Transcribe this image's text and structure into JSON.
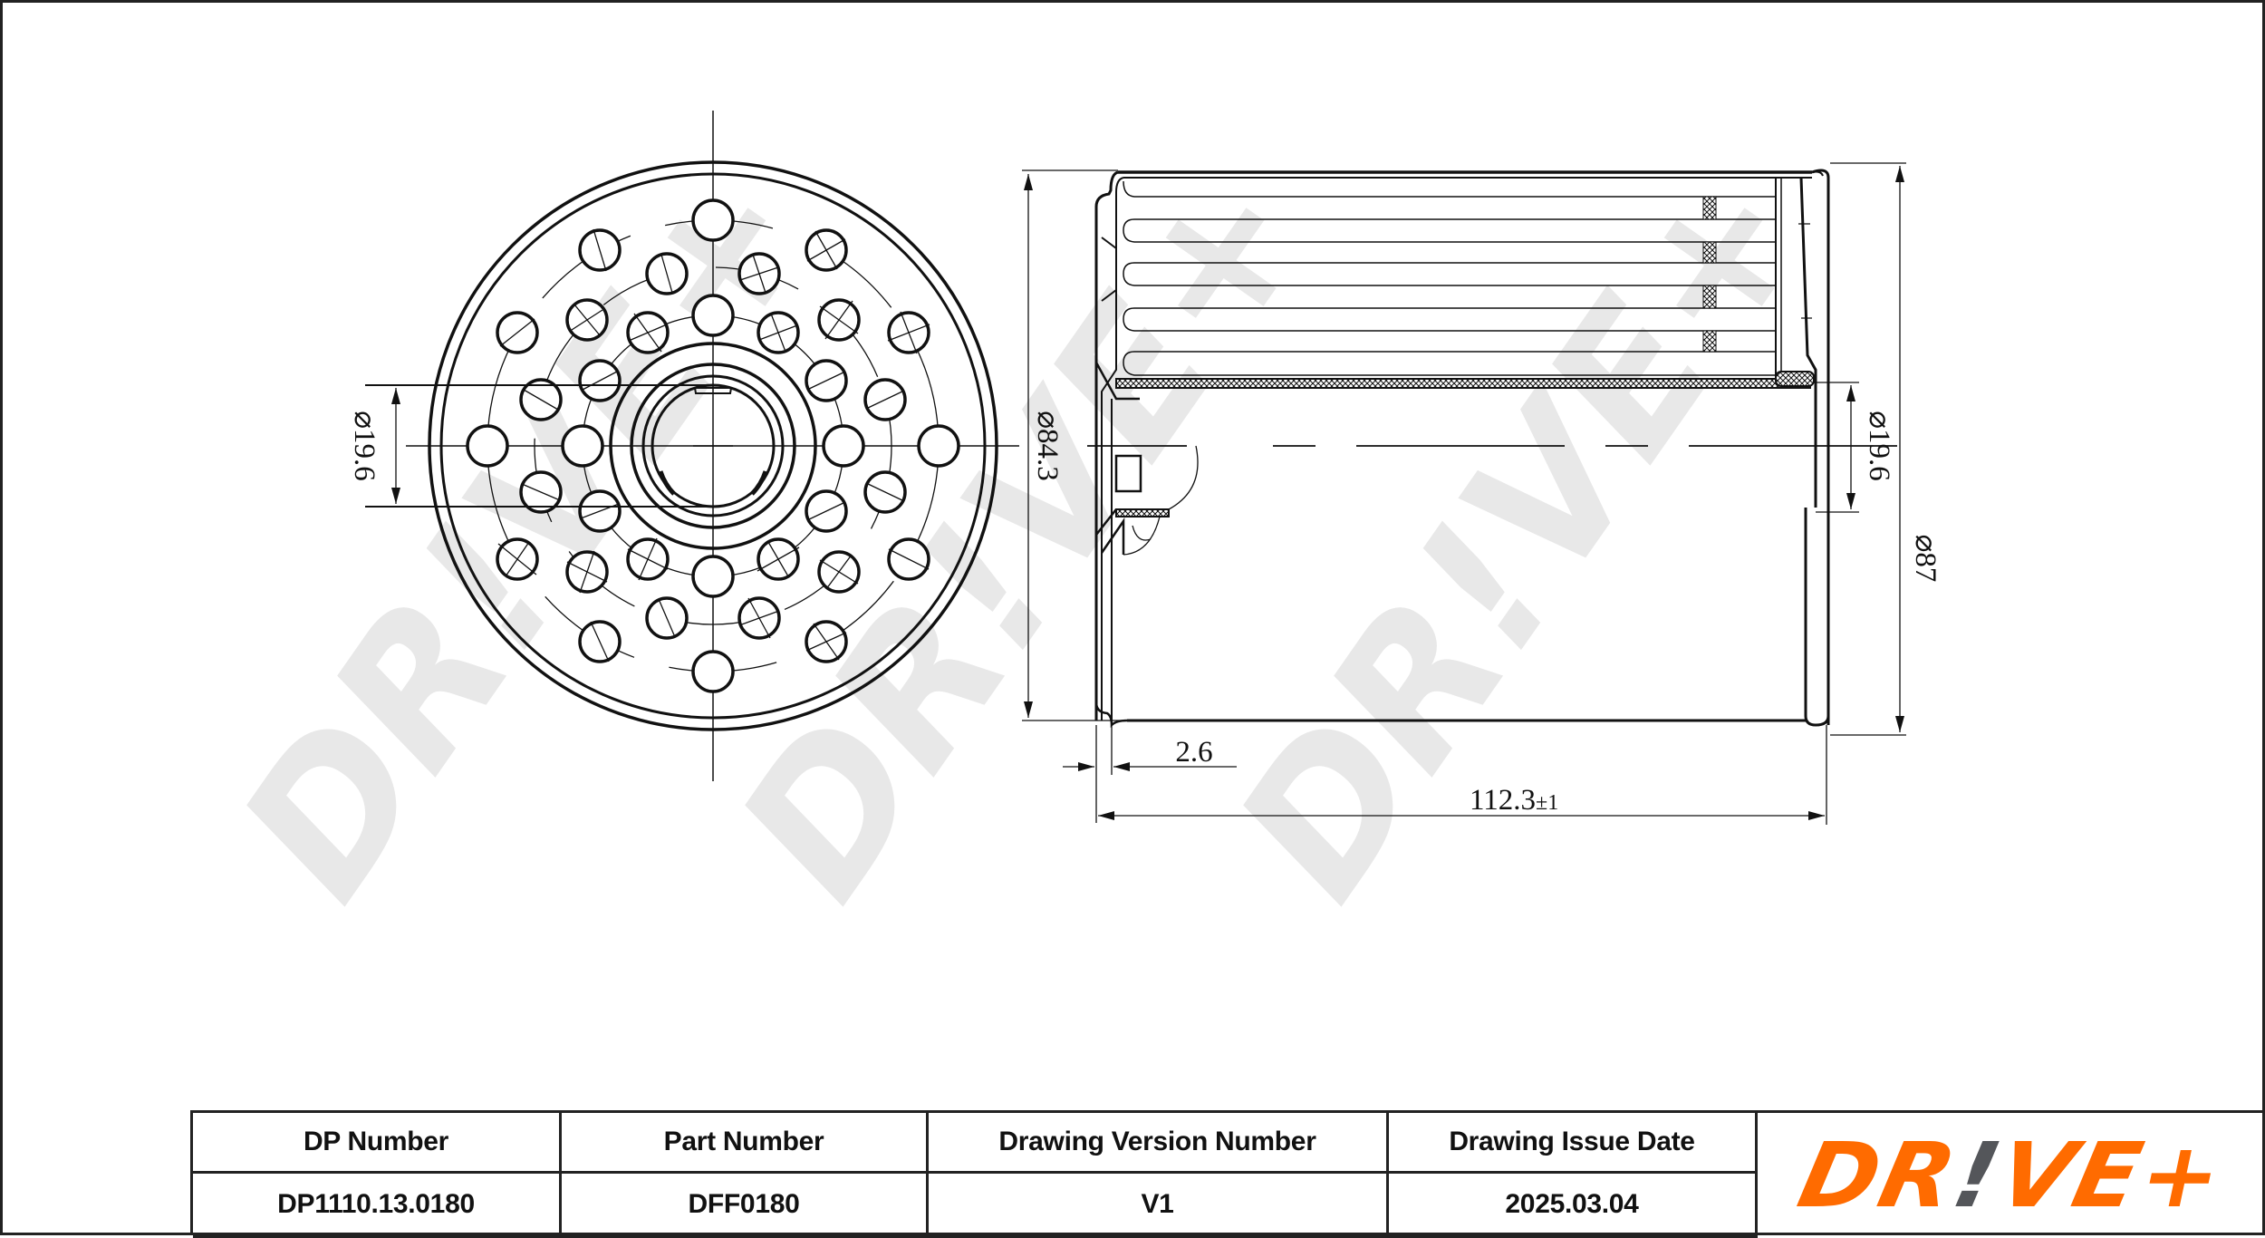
{
  "drawing": {
    "dimensions": {
      "front_view_bore": "⌀19.6",
      "side_view_inner_diameter": "⌀84.3",
      "side_view_bore": "⌀19.6",
      "side_view_outer_diameter": "⌀87",
      "wall_offset": "2.6",
      "overall_length": "112.3",
      "overall_length_tolerance": "±1"
    },
    "watermark": "DR!VE+",
    "colors": {
      "line": "#111111",
      "watermark": "#e6e6e6"
    }
  },
  "title_block": {
    "headers": [
      "DP Number",
      "Part Number",
      "Drawing Version Number",
      "Drawing Issue Date"
    ],
    "values": [
      "DP1110.13.0180",
      "DFF0180",
      "V1",
      "2025.03.04"
    ]
  },
  "logo": {
    "part1": "DR",
    "part2": "!",
    "part3": "VE+",
    "colors": {
      "primary": "#ff6b00",
      "accent": "#54565a"
    }
  }
}
